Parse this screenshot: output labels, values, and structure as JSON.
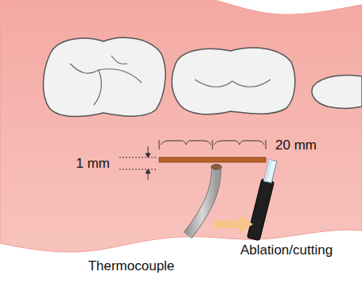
{
  "diagram": {
    "labels": [
      "1 mm",
      "20 mm",
      "Thermocouple",
      "Ablation/cutting"
    ]
  }
}
